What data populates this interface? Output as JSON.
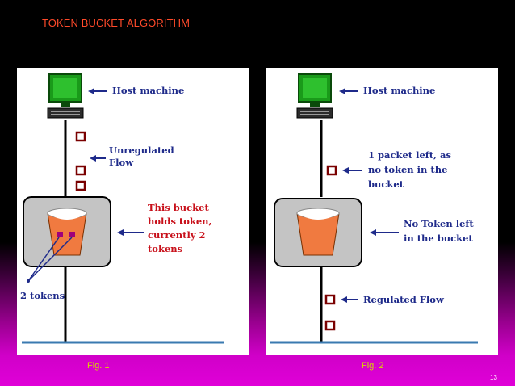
{
  "slide": {
    "title": "TOKEN BUCKET ALGORITHM",
    "page_number": "13"
  },
  "fig1": {
    "caption": "Fig. 1",
    "host_label": "Host machine",
    "flow_label_1": "Unregulated",
    "flow_label_2": "Flow",
    "bucket_label_1": "This bucket",
    "bucket_label_2": "holds token,",
    "bucket_label_3": "currently 2",
    "bucket_label_4": "tokens",
    "tokens_label": "2 tokens"
  },
  "fig2": {
    "caption": "Fig. 2",
    "host_label": "Host machine",
    "packet_label_1": "1 packet left, as",
    "packet_label_2": "no token in the",
    "packet_label_3": "bucket",
    "bucket_label_1": "No Token left",
    "bucket_label_2": "in the bucket",
    "flow_label": "Regulated Flow"
  },
  "colors": {
    "label_text": "#1e2a8a",
    "bucket_text": "#c8101a",
    "bucket_fill": "#f07a40",
    "token_fill": "#a0007a",
    "packet_border": "#7a0000",
    "monitor": "#1a9a1a",
    "title_text": "#ff4a2a"
  }
}
